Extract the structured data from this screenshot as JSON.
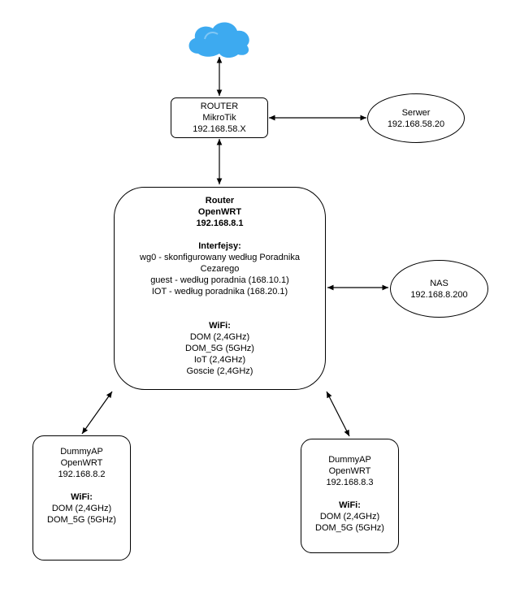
{
  "colors": {
    "cloud": "#3daaf0",
    "cloud_light": "#9bd7ff",
    "stroke": "#000000",
    "background": "#ffffff"
  },
  "icons": {
    "cloud": "cloud-icon"
  },
  "mikrotik": {
    "line1": "ROUTER",
    "line2": "MikroTik",
    "line3": "192.168.58.X"
  },
  "serwer": {
    "line1": "Serwer",
    "line2": "192.168.58.20"
  },
  "openwrt": {
    "title1": "Router",
    "title2": "OpenWRT",
    "ip": "192.168.8.1",
    "interfaces_heading": "Interfejsy:",
    "interfaces": [
      "wg0 - skonfigurowany według Poradnika",
      "Cezarego",
      "guest - według poradnia (168.10.1)",
      "IOT - według poradnika (168.20.1)"
    ],
    "wifi_heading": "WiFi:",
    "wifi": [
      "DOM (2,4GHz)",
      "DOM_5G (5GHz)",
      "IoT (2,4GHz)",
      "Goscie (2,4GHz)"
    ]
  },
  "nas": {
    "line1": "NAS",
    "line2": "192.168.8.200"
  },
  "dummyap1": {
    "line1": "DummyAP",
    "line2": "OpenWRT",
    "line3": "192.168.8.2",
    "wifi_heading": "WiFi:",
    "wifi": [
      "DOM (2,4GHz)",
      "DOM_5G (5GHz)"
    ]
  },
  "dummyap2": {
    "line1": "DummyAP",
    "line2": "OpenWRT",
    "line3": "192.168.8.3",
    "wifi_heading": "WiFi:",
    "wifi": [
      "DOM (2,4GHz)",
      "DOM_5G (5GHz)"
    ]
  }
}
